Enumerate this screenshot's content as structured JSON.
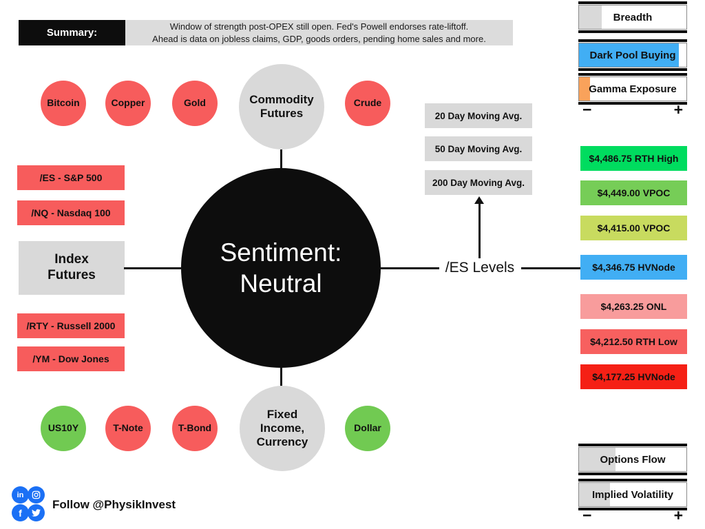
{
  "summary": {
    "label": "Summary:",
    "line1": "Window of strength post-OPEX still open. Fed's Powell endorses rate-liftoff.",
    "line2": "Ahead is data on jobless claims, GDP, goods orders, pending home sales and more."
  },
  "center": {
    "line1": "Sentiment:",
    "line2": "Neutral"
  },
  "hubs": {
    "commodity": {
      "line1": "Commodity",
      "line2": "Futures"
    },
    "index": {
      "line1": "Index",
      "line2": "Futures"
    },
    "fixed": {
      "line1": "Fixed",
      "line2": "Income,",
      "line3": "Currency"
    }
  },
  "commodity_nodes": [
    {
      "label": "Bitcoin",
      "color": "#F75C5C"
    },
    {
      "label": "Copper",
      "color": "#F75C5C"
    },
    {
      "label": "Gold",
      "color": "#F75C5C"
    },
    {
      "label": "Crude",
      "color": "#F75C5C"
    }
  ],
  "index_nodes": [
    {
      "label": "/ES - S&P 500",
      "color": "#F75C5C"
    },
    {
      "label": "/NQ - Nasdaq 100",
      "color": "#F75C5C"
    },
    {
      "label": "/RTY - Russell 2000",
      "color": "#F75C5C"
    },
    {
      "label": "/YM - Dow Jones",
      "color": "#F75C5C"
    }
  ],
  "fixed_nodes": [
    {
      "label": "US10Y",
      "color": "#71CA52"
    },
    {
      "label": "T-Note",
      "color": "#F75C5C"
    },
    {
      "label": "T-Bond",
      "color": "#F75C5C"
    },
    {
      "label": "Dollar",
      "color": "#71CA52"
    }
  ],
  "es_levels": {
    "label": "/ES Levels",
    "moving_averages": [
      {
        "label": "20 Day Moving Avg."
      },
      {
        "label": "50 Day Moving Avg."
      },
      {
        "label": "200 Day Moving Avg."
      }
    ],
    "levels": [
      {
        "label": "$4,486.75 RTH High",
        "color": "#00DC5F"
      },
      {
        "label": "$4,449.00 VPOC",
        "color": "#76CD57"
      },
      {
        "label": "$4,415.00 VPOC",
        "color": "#C8DB5F"
      },
      {
        "label": "$4,346.75 HVNode",
        "color": "#41AEF4"
      },
      {
        "label": "$4,263.25 ONL",
        "color": "#F89C9C"
      },
      {
        "label": "$4,212.50 RTH Low",
        "color": "#F7605F"
      },
      {
        "label": "$4,177.25 HVNode",
        "color": "#F52015"
      }
    ]
  },
  "gauges": {
    "top": [
      {
        "label": "Breadth",
        "fill_color": "#D9D9D9",
        "fill_pct": 21
      },
      {
        "label": "Dark Pool Buying",
        "fill_color": "#41AEF4",
        "fill_pct": 93
      },
      {
        "label": "Gamma Exposure",
        "fill_color": "#F9A25B",
        "fill_pct": 10
      }
    ],
    "bottom": [
      {
        "label": "Options Flow",
        "fill_color": "#D9D9D9",
        "fill_pct": 34
      },
      {
        "label": "Implied Volatility",
        "fill_color": "#D9D9D9",
        "fill_pct": 29
      }
    ],
    "scale": {
      "minus": "−",
      "plus": "+"
    }
  },
  "social": {
    "follow": "Follow @PhysikInvest",
    "linkedin_glyph": "in",
    "facebook_glyph": "f",
    "color": "#1B70F5"
  },
  "colors": {
    "hub_gray": "#D9D9D9",
    "center_black": "#0D0D0D",
    "summary_black": "#0D0D0D",
    "summary_gray": "#DCDCDC"
  }
}
